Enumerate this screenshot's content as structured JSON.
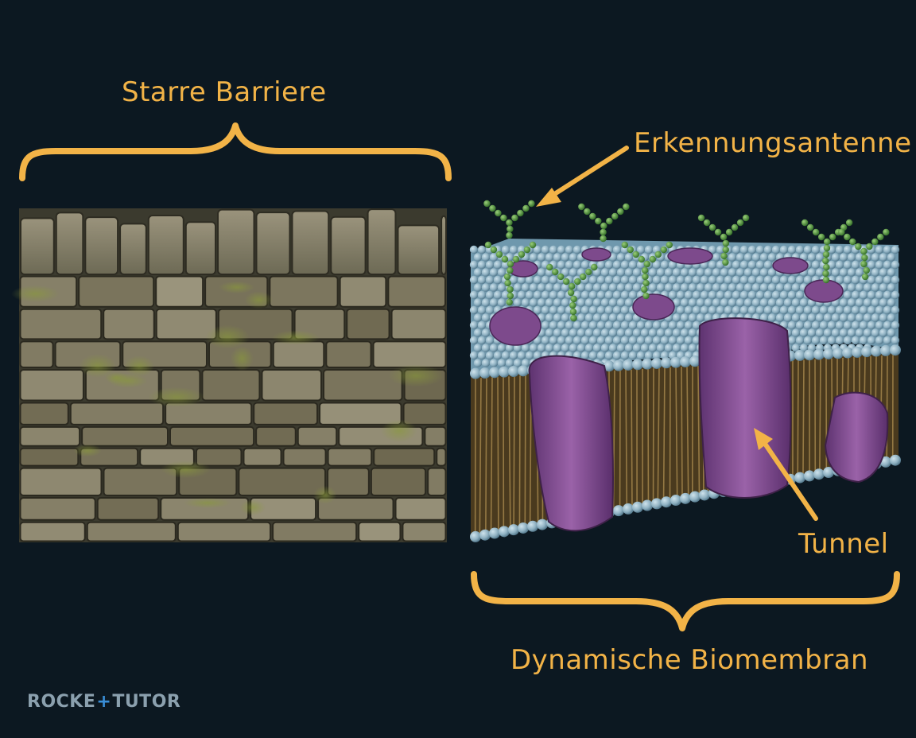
{
  "labels": {
    "left_caption": "Starre Barriere",
    "antenna": "Erkennungsantenne",
    "tunnel": "Tunnel",
    "right_caption": "Dynamische Biomembran"
  },
  "logo": {
    "part1": "ROCKE",
    "part2": "TUTOR"
  },
  "colors": {
    "background": "#0c1821",
    "accent": "#f2b347",
    "stone": "#8a846e",
    "phospholipid_head": "#8fb1c2",
    "protein": "#7d4a8c",
    "glycan": "#4a8b35"
  },
  "icons": [
    "brace-icon",
    "arrow-icon",
    "stone-wall-image",
    "membrane-image"
  ]
}
